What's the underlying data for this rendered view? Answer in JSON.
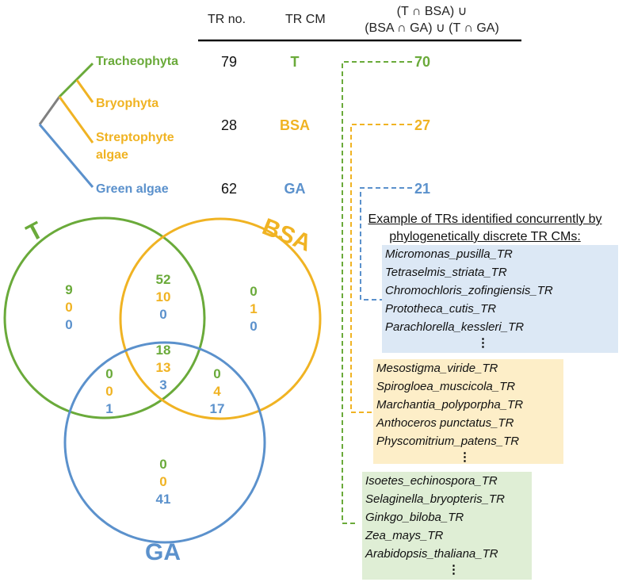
{
  "header": {
    "tr_no": "TR no.",
    "tr_cm": "TR CM",
    "intersection_line1": "(T ∩ BSA) ∪",
    "intersection_line2": "(BSA ∩ GA) ∪ (T ∩ GA)"
  },
  "taxa": [
    {
      "name": "Tracheophyta",
      "color": "#6aaa3a"
    },
    {
      "name": "Bryophyta",
      "color": "#f0b323"
    },
    {
      "name": "Streptophyte",
      "name2": "algae",
      "color": "#f0b323"
    },
    {
      "name": "Green algae",
      "color": "#5b91cc"
    }
  ],
  "rows": [
    {
      "tr_no": "79",
      "cm": "T",
      "result": "70",
      "color": "#6aaa3a"
    },
    {
      "tr_no": "28",
      "cm": "BSA",
      "result": "27",
      "color": "#f0b323"
    },
    {
      "tr_no": "62",
      "cm": "GA",
      "result": "21",
      "color": "#5b91cc"
    }
  ],
  "venn": {
    "label_t": "T",
    "label_bsa": "BSA",
    "label_ga": "GA",
    "regions": {
      "t_only": [
        "9",
        "0",
        "0"
      ],
      "t_bsa": [
        "52",
        "10",
        "0"
      ],
      "bsa_only": [
        "0",
        "1",
        "0"
      ],
      "center": [
        "18",
        "13",
        "3"
      ],
      "t_ga": [
        "0",
        "0",
        "1"
      ],
      "bsa_ga": [
        "0",
        "4",
        "17"
      ],
      "ga_only": [
        "0",
        "0",
        "41"
      ]
    }
  },
  "example": {
    "title": "Example of TRs identified concurrently by phylogenetically discrete TR CMs:",
    "blue_box": [
      "Micromonas_pusilla_TR",
      "Tetraselmis_striata_TR",
      "Chromochloris_zofingiensis_TR",
      "Prototheca_cutis_TR",
      "Parachlorella_kessleri_TR"
    ],
    "orange_box": [
      "Mesostigma_viride_TR",
      "Spirogloea_muscicola_TR",
      "Marchantia_polyporpha_TR",
      "Anthoceros punctatus_TR",
      "Physcomitrium_patens_TR"
    ],
    "green_box": [
      "Isoetes_echinospora_TR",
      "Selaginella_bryopteris_TR",
      "Ginkgo_biloba_TR",
      "Zea_mays_TR",
      "Arabidopsis_thaliana_TR"
    ],
    "ellipsis": "⋮"
  },
  "colors": {
    "green": "#6aaa3a",
    "orange": "#f0b323",
    "blue": "#5b91cc",
    "grey": "#808080"
  }
}
